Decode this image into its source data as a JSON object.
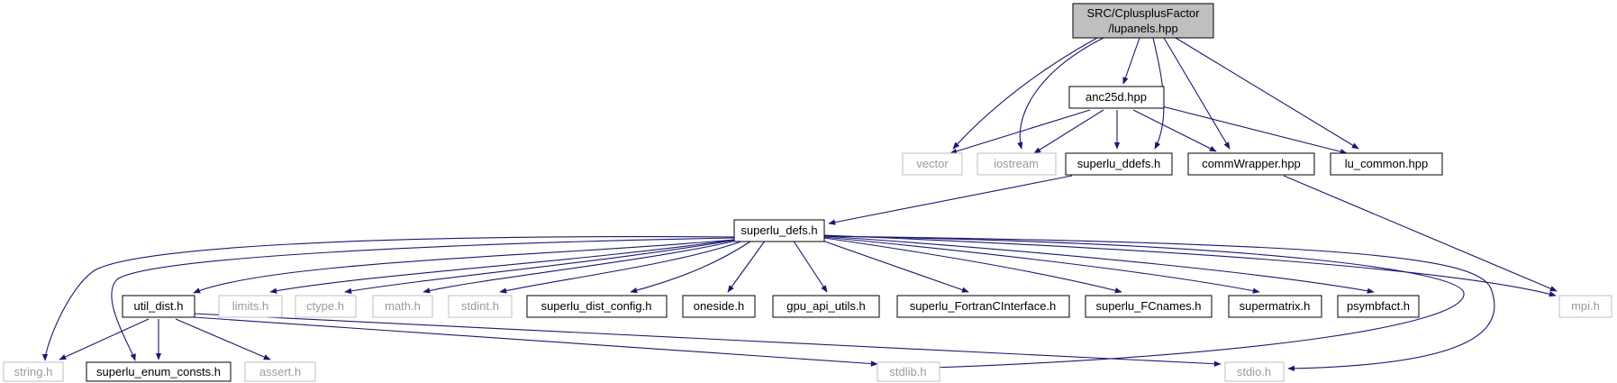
{
  "colors": {
    "edge": "#191970",
    "highlight_fill": "#bfbfbf",
    "documented_border": "#000000",
    "system_border": "#bfbfbf",
    "system_text": "#9a9a9a"
  },
  "nodes": {
    "root": {
      "line1": "SRC/CplusplusFactor",
      "line2": "/lupanels.hpp"
    },
    "anc25d": {
      "label": "anc25d.hpp"
    },
    "vector": {
      "label": "vector"
    },
    "iostream": {
      "label": "iostream"
    },
    "superlu_ddefs": {
      "label": "superlu_ddefs.h"
    },
    "commWrapper": {
      "label": "commWrapper.hpp"
    },
    "lu_common": {
      "label": "lu_common.hpp"
    },
    "superlu_defs": {
      "label": "superlu_defs.h"
    },
    "util_dist": {
      "label": "util_dist.h"
    },
    "limits": {
      "label": "limits.h"
    },
    "ctype": {
      "label": "ctype.h"
    },
    "math": {
      "label": "math.h"
    },
    "stdint": {
      "label": "stdint.h"
    },
    "superlu_dist_config": {
      "label": "superlu_dist_config.h"
    },
    "oneside": {
      "label": "oneside.h"
    },
    "gpu_api_utils": {
      "label": "gpu_api_utils.h"
    },
    "superlu_FortranCInterface": {
      "label": "superlu_FortranCInterface.h"
    },
    "superlu_FCnames": {
      "label": "superlu_FCnames.h"
    },
    "supermatrix": {
      "label": "supermatrix.h"
    },
    "psymbfact": {
      "label": "psymbfact.h"
    },
    "mpi": {
      "label": "mpi.h"
    },
    "string": {
      "label": "string.h"
    },
    "superlu_enum_consts": {
      "label": "superlu_enum_consts.h"
    },
    "assert": {
      "label": "assert.h"
    },
    "stdlib": {
      "label": "stdlib.h"
    },
    "stdio": {
      "label": "stdio.h"
    }
  }
}
